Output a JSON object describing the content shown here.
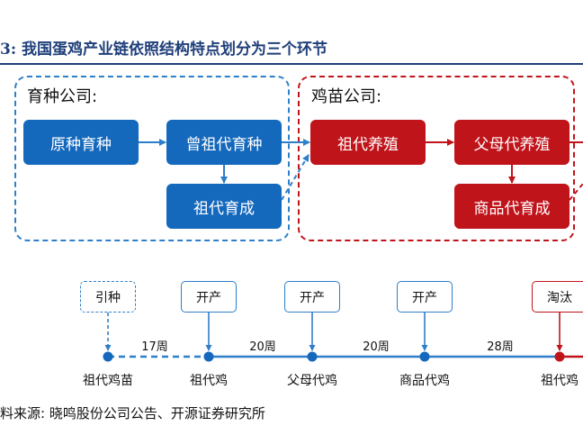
{
  "title": "3: 我国蛋鸡产业链依照结构特点划分为三个环节",
  "groups": {
    "breeding": {
      "label": "育种公司:"
    },
    "chick": {
      "label": "鸡苗公司:"
    }
  },
  "nodes": {
    "yuanzhong": "原种育种",
    "zengzudai": "曾祖代育种",
    "zudai_yucheng": "祖代育成",
    "zudai_yangzhi": "祖代养殖",
    "fumudai": "父母代养殖",
    "shangpin": "商品代育成"
  },
  "timeline": {
    "events": [
      "引种",
      "开产",
      "开产",
      "开产",
      "淘汰"
    ],
    "stages": [
      "祖代鸡苗",
      "祖代鸡",
      "父母代鸡",
      "商品代鸡",
      "祖代鸡"
    ],
    "intervals": [
      "17周",
      "20周",
      "20周",
      "28周"
    ]
  },
  "source": "料来源: 晓鸣股份公司公告、开源证券研究所",
  "colors": {
    "blue": "#1569bd",
    "red": "#c0141b",
    "title": "#1f3f7a"
  }
}
